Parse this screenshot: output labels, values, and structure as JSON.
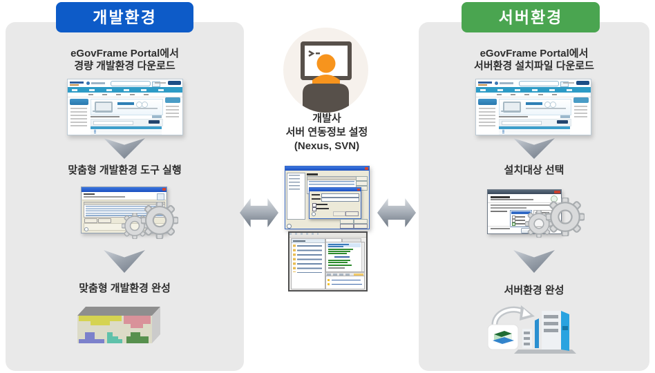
{
  "left": {
    "badge": "개발환경",
    "steps": [
      {
        "line1": "eGovFrame Portal에서",
        "line2": "경량 개발환경 다운로드"
      },
      {
        "line1": "맞춤형 개발환경 도구 실행"
      },
      {
        "line1": "맞춤형 개발환경 완성"
      }
    ]
  },
  "center": {
    "line1": "개발사",
    "line2": "서버 연동정보 설정",
    "line3": "(Nexus, SVN)"
  },
  "right": {
    "badge": "서버환경",
    "steps": [
      {
        "line1": "eGovFrame Portal에서",
        "line2": "서버환경 설치파일 다운로드"
      },
      {
        "line1": "설치대상 선택"
      },
      {
        "line1": "서버환경 완성"
      }
    ]
  },
  "colors": {
    "dev_badge_blue": "#0d5bc8",
    "server_badge_green": "#4aa550",
    "panel_background": "#e9e9e9",
    "arrow_gray": "#7c8693",
    "person_orange": "#f7941d",
    "monitor_dark": "#57504a",
    "portal_nav_blue": "#2d9bc6",
    "server_building_blue": "#29a3e0"
  },
  "icons": {
    "center_icon": "developer-at-terminal-icon",
    "gear_icon": "gear-icon",
    "down_arrow_icon": "down-arrow-icon",
    "sync_arrow_icon": "bidirectional-arrow-icon",
    "puzzle_box_icon": "component-box-icon",
    "server_deploy_icon": "deploy-to-server-icon"
  }
}
